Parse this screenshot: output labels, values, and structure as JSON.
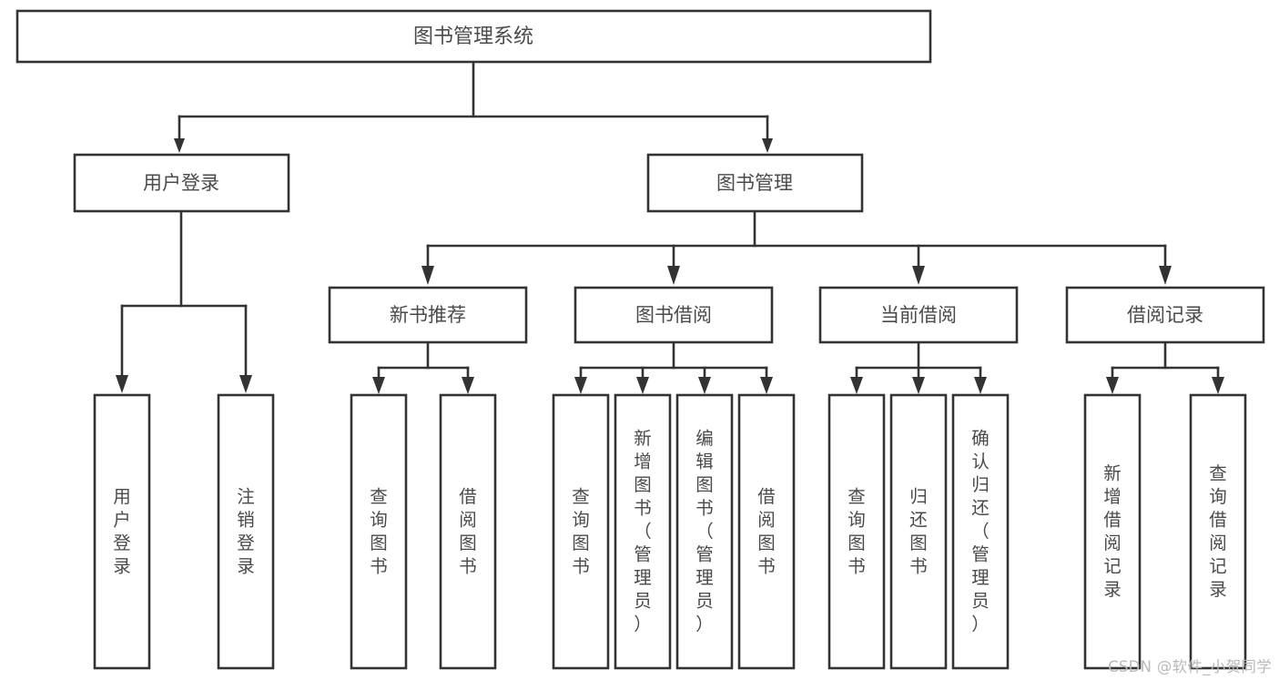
{
  "diagram": {
    "type": "tree-hierarchy-chart",
    "title": "图书管理系统",
    "colors": {
      "box_stroke": "#333333",
      "box_fill": "#ffffff",
      "text": "#4a4a4a",
      "background": "#ffffff",
      "watermark": "#b9b9b9"
    },
    "root": {
      "id": "root",
      "label": "图书管理系统"
    },
    "level1": [
      {
        "id": "user-login",
        "label": "用户登录"
      },
      {
        "id": "book-management",
        "label": "图书管理"
      }
    ],
    "level2": [
      {
        "id": "new-book-recommend",
        "label": "新书推荐",
        "parent": "book-management"
      },
      {
        "id": "book-borrow",
        "label": "图书借阅",
        "parent": "book-management"
      },
      {
        "id": "current-borrow",
        "label": "当前借阅",
        "parent": "book-management"
      },
      {
        "id": "borrow-record",
        "label": "借阅记录",
        "parent": "book-management"
      }
    ],
    "leaves": {
      "user-login": [
        {
          "id": "leaf-user-login",
          "label": "用户登录"
        },
        {
          "id": "leaf-logout-login",
          "label": "注销登录"
        }
      ],
      "new-book-recommend": [
        {
          "id": "leaf-query-book-1",
          "label": "查询图书"
        },
        {
          "id": "leaf-borrow-book-1",
          "label": "借阅图书"
        }
      ],
      "book-borrow": [
        {
          "id": "leaf-query-book-2",
          "label": "查询图书"
        },
        {
          "id": "leaf-add-book",
          "label": "新增图书（管理员）"
        },
        {
          "id": "leaf-edit-book",
          "label": "编辑图书（管理员）"
        },
        {
          "id": "leaf-borrow-book-2",
          "label": "借阅图书"
        }
      ],
      "current-borrow": [
        {
          "id": "leaf-query-book-3",
          "label": "查询图书"
        },
        {
          "id": "leaf-return-book",
          "label": "归还图书"
        },
        {
          "id": "leaf-confirm-return",
          "label": "确认归还（管理员）"
        }
      ],
      "borrow-record": [
        {
          "id": "leaf-add-record",
          "label": "新增借阅记录"
        },
        {
          "id": "leaf-query-record",
          "label": "查询借阅记录"
        }
      ]
    }
  },
  "watermark": {
    "text": "CSDN @软件_小贺同学"
  }
}
